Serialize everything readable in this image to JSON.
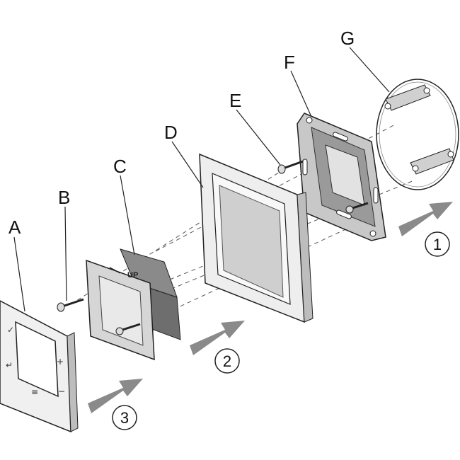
{
  "labels": {
    "a": "A",
    "b": "B",
    "c": "C",
    "d": "D",
    "e": "E",
    "f": "F",
    "g": "G"
  },
  "steps": [
    "1",
    "2",
    "3"
  ],
  "module_marking": "UP",
  "display_glyphs": {
    "top_left": "✓",
    "left_middle": "↵",
    "right_middle": "+",
    "right_bottom": "−",
    "bottom_center": "≡"
  },
  "colors": {
    "line": "#222222",
    "arrow": "#8a8a8a",
    "panel_face": "#f0f0f0",
    "panel_side": "#bdbdbd",
    "module_body": "#d6d6d6",
    "module_dark": "#7d7d7d",
    "plate": "#c8c8c8"
  }
}
